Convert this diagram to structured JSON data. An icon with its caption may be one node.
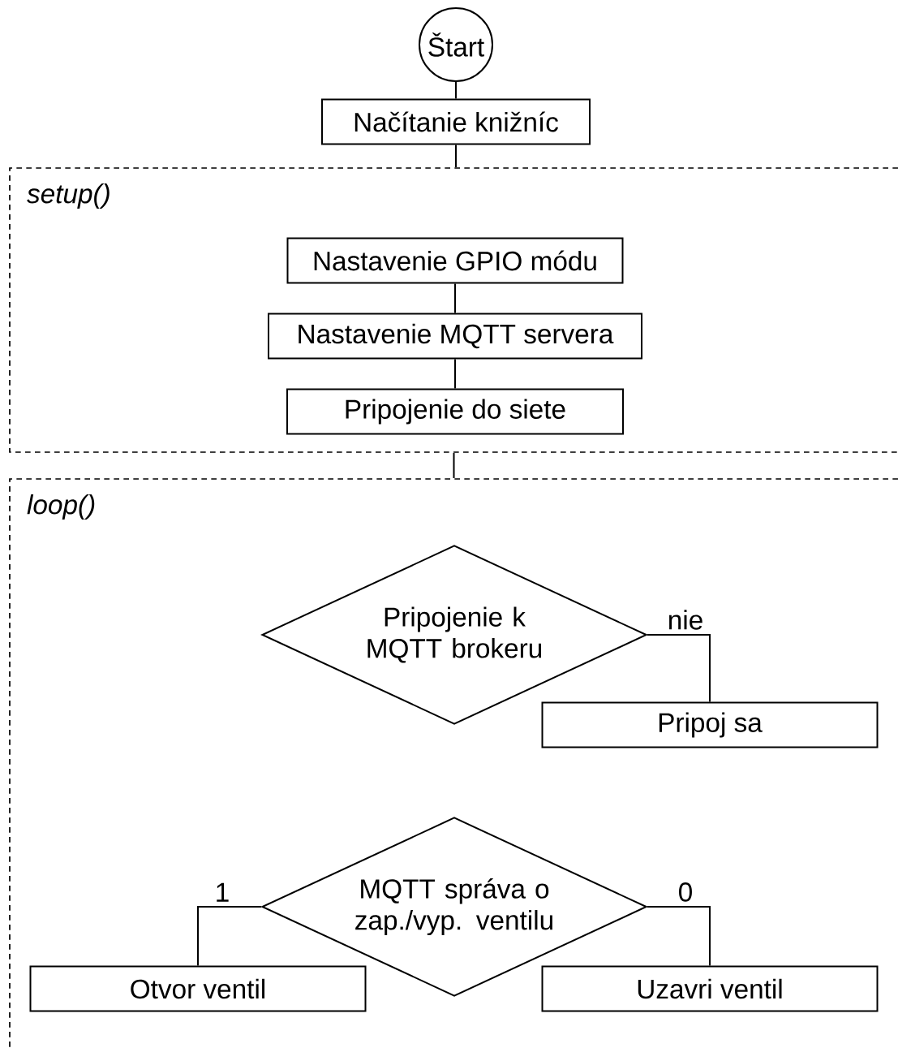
{
  "diagram": {
    "nodes": [
      {
        "text": [
          "Štart"
        ]
      },
      {
        "text": [
          "Načítanie knižníc"
        ]
      },
      {
        "text": [
          "setup()"
        ]
      },
      {
        "text": [
          "Nastavenie GPIO módu"
        ],
        "in": 2
      },
      {
        "text": [
          "Nastavenie MQTT servera"
        ],
        "in": 2
      },
      {
        "text": [
          "Pripojenie do siete"
        ],
        "in": 2
      },
      {
        "text": [
          "loop()"
        ]
      },
      {
        "text": [
          "Pripojenie k MQTT brokeru"
        ],
        "in": 6
      },
      {
        "text": [
          "Pripoj sa"
        ],
        "in": 6
      },
      {
        "text": [
          "MQTT správa o zap./vyp. ventilu"
        ],
        "in": 6
      },
      {
        "text": [
          "Otvor ventil"
        ],
        "in": 6
      },
      {
        "text": [
          "Uzavri ventil"
        ],
        "in": 6
      }
    ],
    "edges": [
      {
        "from": 0,
        "to": 1,
        "arrow": "none"
      },
      {
        "from": 1,
        "to": 2,
        "arrow": "none"
      },
      {
        "from": 3,
        "to": 4,
        "arrow": "none"
      },
      {
        "from": 4,
        "to": 5,
        "arrow": "none"
      },
      {
        "from": 2,
        "to": 6,
        "arrow": "none"
      },
      {
        "from": 7,
        "to": 8,
        "arrow": "none",
        "label": "nie"
      },
      {
        "from": 9,
        "to": 10,
        "arrow": "none",
        "label": "1"
      },
      {
        "from": 9,
        "to": 11,
        "arrow": "none",
        "label": "0"
      }
    ]
  }
}
